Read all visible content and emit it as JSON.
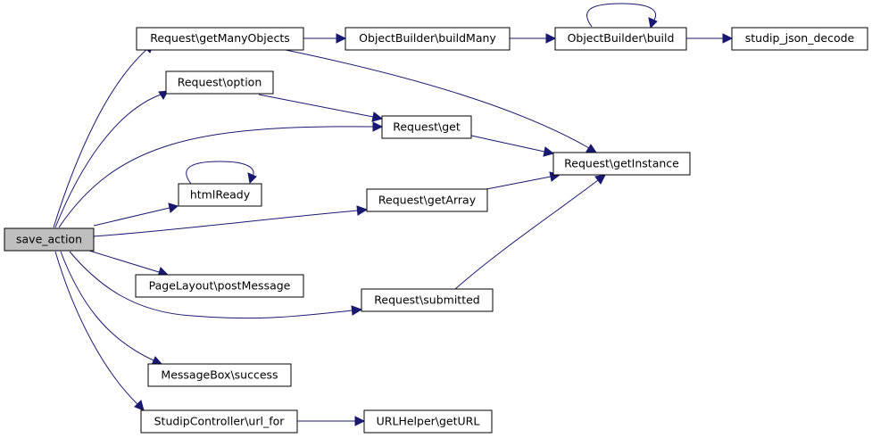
{
  "graph": {
    "root": "save_action",
    "nodes": {
      "save_action": "save_action",
      "getManyObjects": "Request\\getManyObjects",
      "option": "Request\\option",
      "htmlReady": "htmlReady",
      "postMessage": "PageLayout\\postMessage",
      "success": "MessageBox\\success",
      "url_for": "StudipController\\url_for",
      "buildMany": "ObjectBuilder\\buildMany",
      "build": "ObjectBuilder\\build",
      "json_decode": "studip_json_decode",
      "get": "Request\\get",
      "getArray": "Request\\getArray",
      "submitted": "Request\\submitted",
      "getInstance": "Request\\getInstance",
      "getURL": "URLHelper\\getURL"
    },
    "edges": [
      [
        "save_action",
        "getManyObjects"
      ],
      [
        "save_action",
        "option"
      ],
      [
        "save_action",
        "get"
      ],
      [
        "save_action",
        "htmlReady"
      ],
      [
        "save_action",
        "getArray"
      ],
      [
        "save_action",
        "postMessage"
      ],
      [
        "save_action",
        "submitted"
      ],
      [
        "save_action",
        "success"
      ],
      [
        "save_action",
        "url_for"
      ],
      [
        "getManyObjects",
        "buildMany"
      ],
      [
        "getManyObjects",
        "getInstance"
      ],
      [
        "buildMany",
        "build"
      ],
      [
        "build",
        "build"
      ],
      [
        "build",
        "json_decode"
      ],
      [
        "option",
        "get"
      ],
      [
        "get",
        "getInstance"
      ],
      [
        "htmlReady",
        "htmlReady"
      ],
      [
        "getArray",
        "getInstance"
      ],
      [
        "submitted",
        "getInstance"
      ],
      [
        "url_for",
        "getURL"
      ]
    ]
  }
}
